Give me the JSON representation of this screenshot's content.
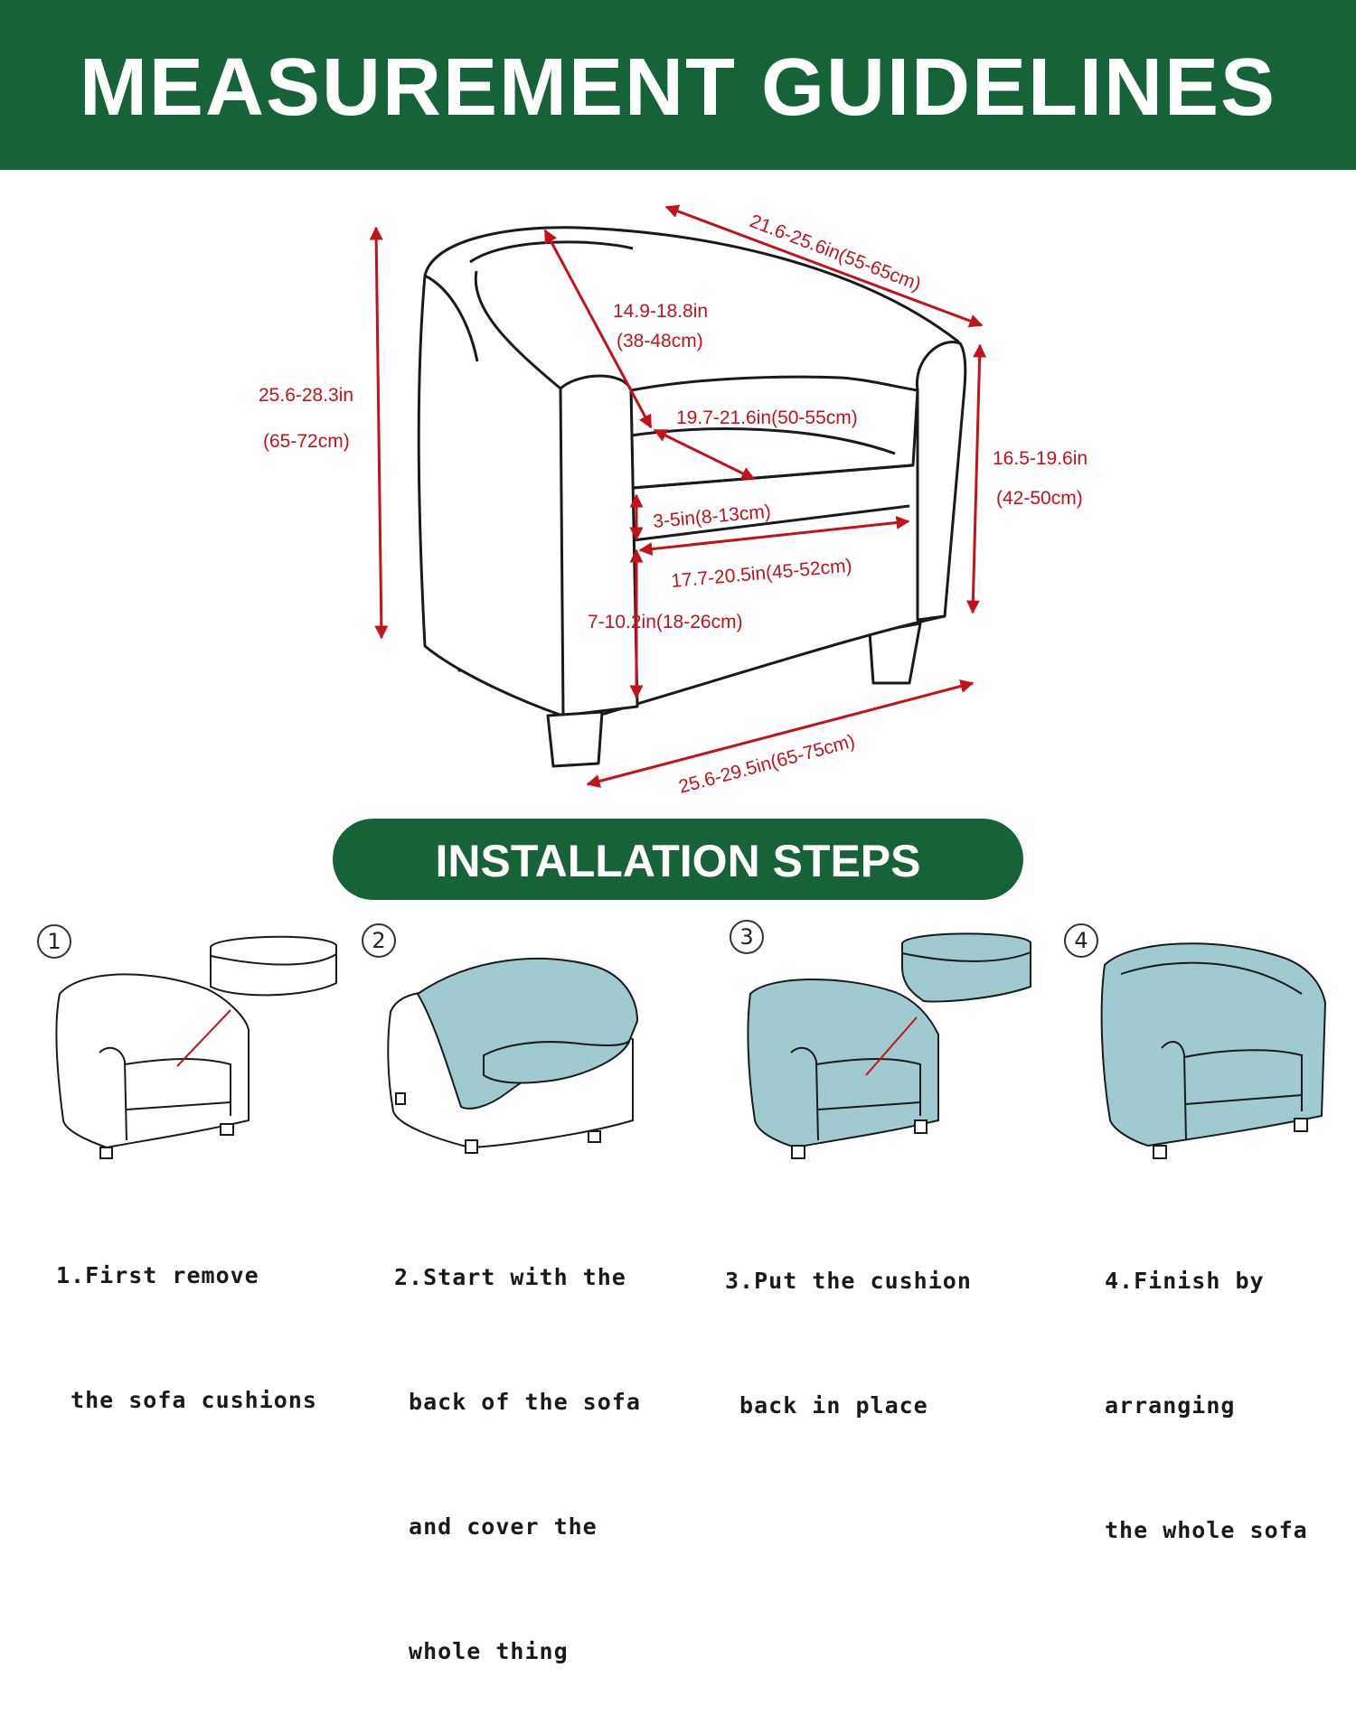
{
  "header": {
    "title": "MEASUREMENT GUIDELINES"
  },
  "section": {
    "title": "INSTALLATION STEPS"
  },
  "measurements": {
    "height_in": "25.6-28.3in",
    "height_cm": "(65-72cm)",
    "back_width": "21.6-25.6in(55-65cm)",
    "back_depth_in": "14.9-18.8in",
    "back_depth_cm": "(38-48cm)",
    "seat_depth": "19.7-21.6in(50-55cm)",
    "arm_height_in": "16.5-19.6in",
    "arm_height_cm": "(42-50cm)",
    "cushion_thickness": "3-5in(8-13cm)",
    "seat_width": "17.7-20.5in(45-52cm)",
    "front_height": "7-10.2in(18-26cm)",
    "total_width": "25.6-29.5in(65-75cm)"
  },
  "steps": [
    {
      "number": "1",
      "line1": "1.First remove",
      "line2": " the sofa cushions",
      "line3": "",
      "line4": ""
    },
    {
      "number": "2",
      "line1": "2.Start with the",
      "line2": " back of the sofa",
      "line3": " and cover the",
      "line4": " whole thing"
    },
    {
      "number": "3",
      "line1": "3.Put the cushion",
      "line2": " back in place",
      "line3": "",
      "line4": ""
    },
    {
      "number": "4",
      "line1": "4.Finish by",
      "line2": "arranging",
      "line3": "the whole sofa",
      "line4": ""
    }
  ],
  "colors": {
    "brand_green": "#16633a",
    "measure_red": "#c4121a",
    "cover_teal": "#9fcbd0"
  }
}
